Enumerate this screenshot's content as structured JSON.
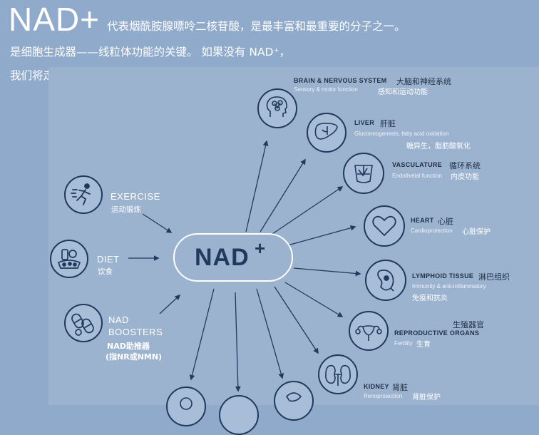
{
  "header": {
    "title": "NAD+",
    "line1": "代表烟酰胺腺嘌呤二核苷酸，是最丰富和最重要的分子之一。",
    "line2": "是细胞生成器——线粒体功能的关键。 如果没有 NAD⁺，",
    "line3": "我们将走上通往死亡的快车道。"
  },
  "hub": {
    "label": "NAD",
    "plus": "+"
  },
  "inputs": {
    "exercise": {
      "en": "EXERCISE",
      "zh": "运动锻炼",
      "icon": "runner-icon"
    },
    "diet": {
      "en": "DIET",
      "zh": "饮食",
      "icon": "food-icon"
    },
    "boosters": {
      "en1": "NAD",
      "en2": "BOOSTERS",
      "zh1": "NAD助推器",
      "zh2": "(指NR或NMN)",
      "icon": "pills-icon"
    }
  },
  "organs": {
    "brain": {
      "en": "BRAIN & NERVOUS SYSTEM",
      "zh": "大脑和神经系统",
      "sub": "Sensory & motor function",
      "subzh": "感知和运动功能",
      "icon": "brain-icon"
    },
    "liver": {
      "en": "LIVER",
      "zh": "肝脏",
      "sub": "Gluconeogenesis, fatty acid oxidation",
      "subzh": "糖异生，脂肪酸氧化",
      "icon": "liver-icon"
    },
    "vasculature": {
      "en": "VASCULATURE",
      "zh": "循环系统",
      "sub": "Endothelial function",
      "subzh": "内皮功能",
      "icon": "vessels-icon"
    },
    "heart": {
      "en": "HEART",
      "zh": "心脏",
      "sub": "Cardioprotection",
      "subzh": "心脏保护",
      "icon": "heart-icon"
    },
    "lymphoid": {
      "en": "LYMPHOID TISSUE",
      "zh": "淋巴组织",
      "sub": "Immunity & anti-inflammatory",
      "subzh": "免疫和抗炎",
      "icon": "lymph-node-icon"
    },
    "reproductive": {
      "en": "REPRODUCTIVE ORGANS",
      "zh": "生殖器官",
      "sub": "Fertility",
      "subzh": "生育",
      "icon": "uterus-icon"
    },
    "kidney": {
      "en": "KIDNEY",
      "zh": "肾脏",
      "sub": "Renoprotection",
      "subzh": "肾脏保护",
      "icon": "kidney-icon"
    }
  },
  "colors": {
    "background": "#8faacb",
    "panel": "#9cb3d0",
    "dark": "#1f3a5c",
    "white": "#ffffff"
  }
}
